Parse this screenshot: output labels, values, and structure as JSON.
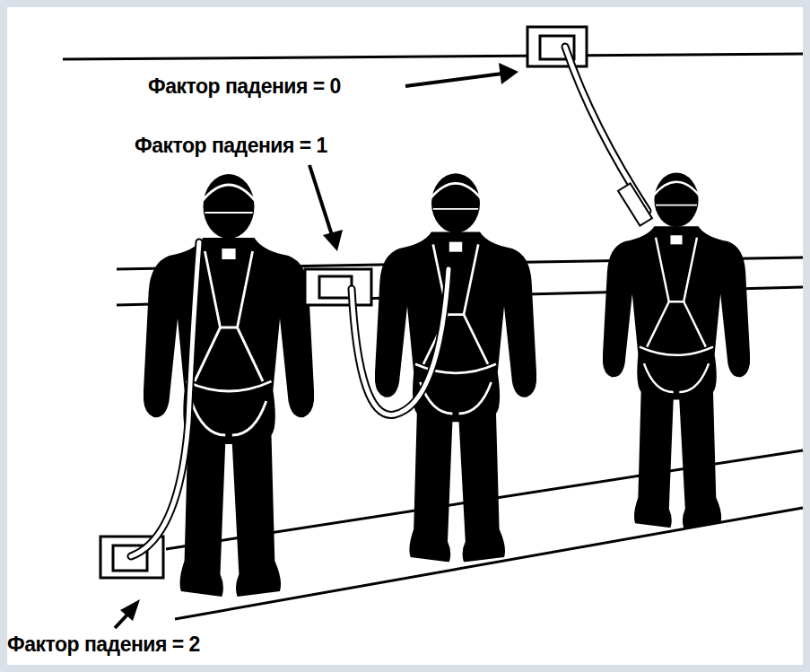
{
  "diagram": {
    "labels": [
      "Фактор падения = 0",
      "Фактор падения = 1",
      "Фактор падения = 2"
    ]
  }
}
